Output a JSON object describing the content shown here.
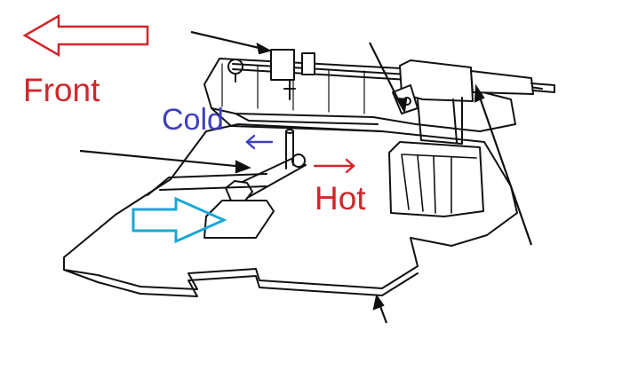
{
  "labels": {
    "front": "Front",
    "cold": "Cold",
    "hot": "Hot"
  },
  "colors": {
    "front": "#d0262b",
    "cold": "#3f3fc0",
    "hot": "#d0262b",
    "pointer": "#1aa6d6",
    "ink": "#111111"
  },
  "icons": {
    "front_arrow": "outline-arrow-left",
    "cold_arrow": "small-arrow-left",
    "hot_arrow": "small-arrow-right",
    "pointer_arrow": "outline-arrow-right"
  }
}
